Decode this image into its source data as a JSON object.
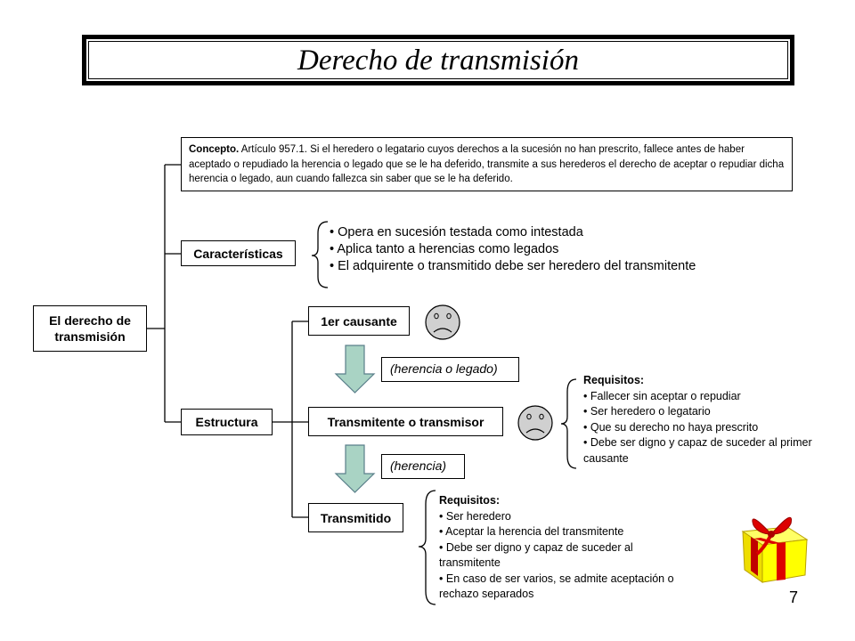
{
  "title": "Derecho de transmisión",
  "root": "El derecho de transmisión",
  "concept": {
    "label": "Concepto.",
    "text": " Artículo 957.1. Si el heredero o legatario cuyos derechos a la sucesión no han prescrito, fallece antes de haber aceptado o repudiado la herencia o legado que se le ha deferido, transmite a sus herederos el derecho de aceptar o repudiar dicha herencia o legado, aun cuando fallezca sin saber que se le ha deferido."
  },
  "caracteristicas": {
    "label": "Características",
    "items": [
      "Opera en sucesión testada como intestada",
      "Aplica tanto a herencias como legados",
      "El adquirente o transmitido debe ser heredero del transmitente"
    ]
  },
  "estructura": {
    "label": "Estructura",
    "primer_causante": "1er causante",
    "transmitente": "Transmitente o transmisor",
    "transmitido": "Transmitido",
    "note_1": "(herencia o legado)",
    "note_2": "(herencia)"
  },
  "requisitos_transmitente": {
    "heading": "Requisitos:",
    "items": [
      "Fallecer sin aceptar o repudiar",
      "Ser heredero o legatario",
      "Que su derecho no haya prescrito",
      "Debe ser digno y capaz de suceder al primer causante"
    ]
  },
  "requisitos_transmitido": {
    "heading": "Requisitos:",
    "items": [
      "Ser heredero",
      "Aceptar la herencia del transmitente",
      "Debe ser digno y capaz de suceder al transmitente",
      "En caso de ser varios, se admite aceptación o rechazo separados"
    ]
  },
  "page_number": "7",
  "colors": {
    "arrow_fill": "#a9d3c4",
    "arrow_stroke": "#5a7f8a",
    "face_fill": "#d0d0d0",
    "gift_box": "#ffff00",
    "gift_ribbon": "#dd0000"
  }
}
